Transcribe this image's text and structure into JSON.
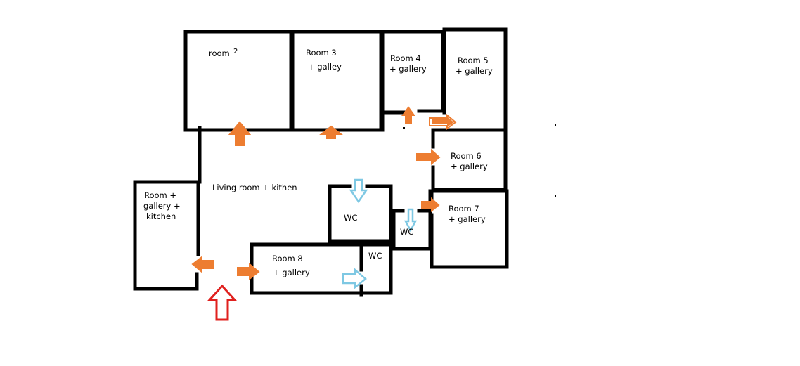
{
  "labels": {
    "room2": "room",
    "room2_num": "2",
    "room3_line1": "Room 3",
    "room3_line2": "+ galley",
    "room4_line1": "Room 4",
    "room4_line2": "+ gallery",
    "room5_line1": "Room 5",
    "room5_line2": "+ gallery",
    "room6_line1": "Room 6",
    "room6_line2": "+ gallery",
    "room7_line1": "Room 7",
    "room7_line2": "+ gallery",
    "room8_line1": "Room 8",
    "room8_line2": "+ gallery",
    "living": "Living room + kithen",
    "left_line1": "Room +",
    "left_line2": "gallery +",
    "left_line3": "kitchen",
    "wc_center": "WC",
    "wc_small": "WC",
    "wc_room8": "WC"
  },
  "arrows": {
    "room_access": {
      "color": "#ed7d31",
      "fill": "#ed7d31"
    },
    "wc_access": {
      "color": "#7ec8e3",
      "fill": "#ffffff"
    },
    "entrance": {
      "color": "#e0201e",
      "fill": "#ffffff"
    }
  }
}
